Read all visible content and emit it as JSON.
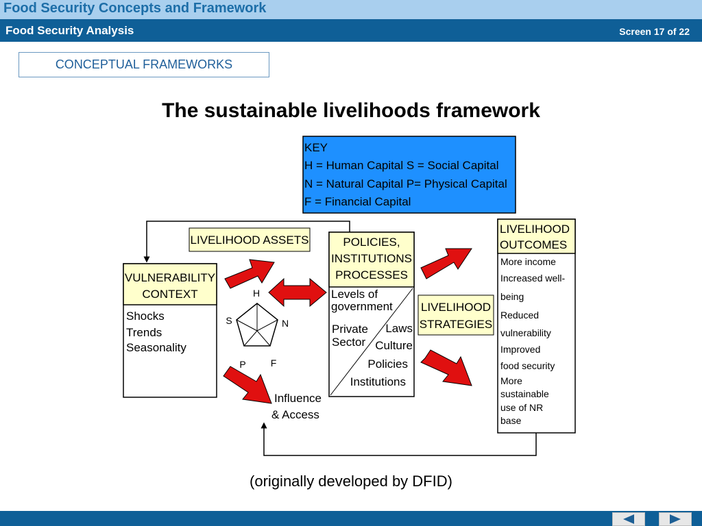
{
  "header": {
    "course_title": "Food Security Concepts and Framework",
    "module_title": "Food Security Analysis",
    "screen_counter": "Screen 17 of 22"
  },
  "section_label": "CONCEPTUAL FRAMEWORKS",
  "slide_title": "The sustainable livelihoods framework",
  "diagram": {
    "key": {
      "title": "KEY",
      "lines": [
        "H = Human Capital   S = Social Capital",
        "N = Natural Capital   P= Physical Capital",
        "F = Financial Capital"
      ]
    },
    "assets_label": "LIVELIHOOD ASSETS",
    "vulnerability": {
      "title_line1": "VULNERABILITY",
      "title_line2": "CONTEXT",
      "items": [
        "Shocks",
        "Trends",
        "Seasonality"
      ]
    },
    "pentagon_labels": {
      "h": "H",
      "s": "S",
      "n": "N",
      "p": "P",
      "f": "F"
    },
    "policies": {
      "title_lines": [
        "POLICIES,",
        "INSTITUTIONS",
        "PROCESSES"
      ],
      "levels_line1": "Levels of",
      "levels_line2": "government",
      "private_line1": "Private",
      "private_line2": "Sector",
      "right_items": [
        "Laws",
        "Culture",
        "Policies",
        "Institutions"
      ]
    },
    "strategies": {
      "line1": "LIVELIHOOD",
      "line2": "STRATEGIES"
    },
    "outcomes": {
      "title_line1": "LIVELIHOOD",
      "title_line2": "OUTCOMES",
      "items": [
        "More income",
        "Increased well-",
        "being",
        "Reduced",
        "vulnerability",
        "Improved",
        "food security",
        "More",
        "sustainable",
        "use of NR",
        "base"
      ]
    },
    "influence": {
      "line1": "Influence",
      "line2": "& Access"
    }
  },
  "caption": "(originally developed by DFID)",
  "navigation": {
    "prev_icon": "left-triangle-icon",
    "next_icon": "right-triangle-icon"
  },
  "colors": {
    "topbar": "#a9cfee",
    "subbar": "#0f5f97",
    "key_box": "#1e90ff",
    "label_box": "#ffffcc",
    "arrow": "#e01010"
  }
}
